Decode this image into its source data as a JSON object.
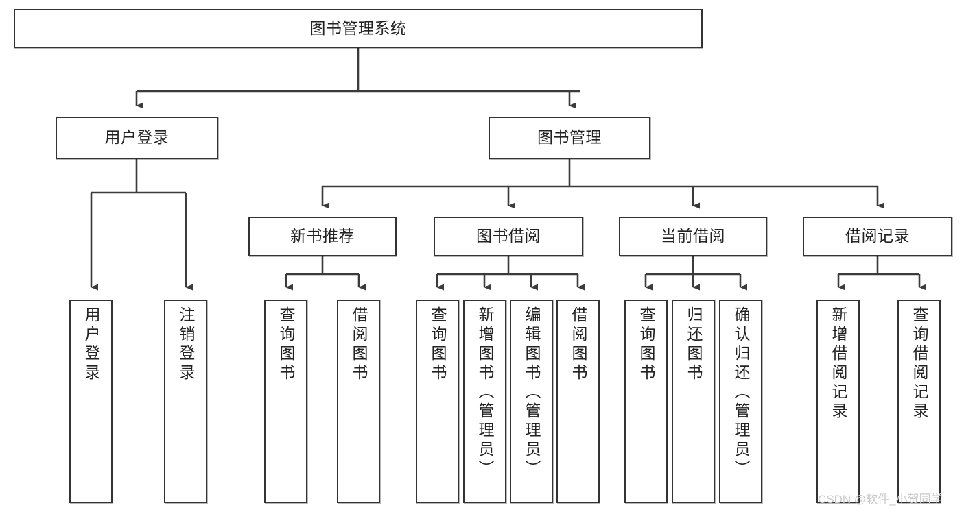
{
  "diagram": {
    "title": "图书管理系统",
    "type": "tree-hierarchy",
    "watermark": "CSDN @软件_小贺同学",
    "colors": {
      "background": "#ffffff",
      "box_border": "#333333",
      "box_fill": "#ffffff",
      "connector": "#3b3b3b",
      "text": "#222222",
      "watermark": "#c9c9c9"
    },
    "root": {
      "label": "图书管理系统"
    },
    "level2": [
      {
        "label": "用户登录"
      },
      {
        "label": "图书管理"
      }
    ],
    "level3": [
      {
        "label": "新书推荐"
      },
      {
        "label": "图书借阅"
      },
      {
        "label": "当前借阅"
      },
      {
        "label": "借阅记录"
      }
    ],
    "leaves": {
      "user_login": [
        {
          "label": "用户登录"
        },
        {
          "label": "注销登录"
        }
      ],
      "new_book_recommend": [
        {
          "label": "查询图书"
        },
        {
          "label": "借阅图书"
        }
      ],
      "book_borrow": [
        {
          "label": "查询图书"
        },
        {
          "label": "新增图书（管理员）"
        },
        {
          "label": "编辑图书（管理员）"
        },
        {
          "label": "借阅图书"
        }
      ],
      "current_borrow": [
        {
          "label": "查询图书"
        },
        {
          "label": "归还图书"
        },
        {
          "label": "确认归还（管理员）"
        }
      ],
      "borrow_record": [
        {
          "label": "新增借阅记录"
        },
        {
          "label": "查询借阅记录"
        }
      ]
    }
  }
}
